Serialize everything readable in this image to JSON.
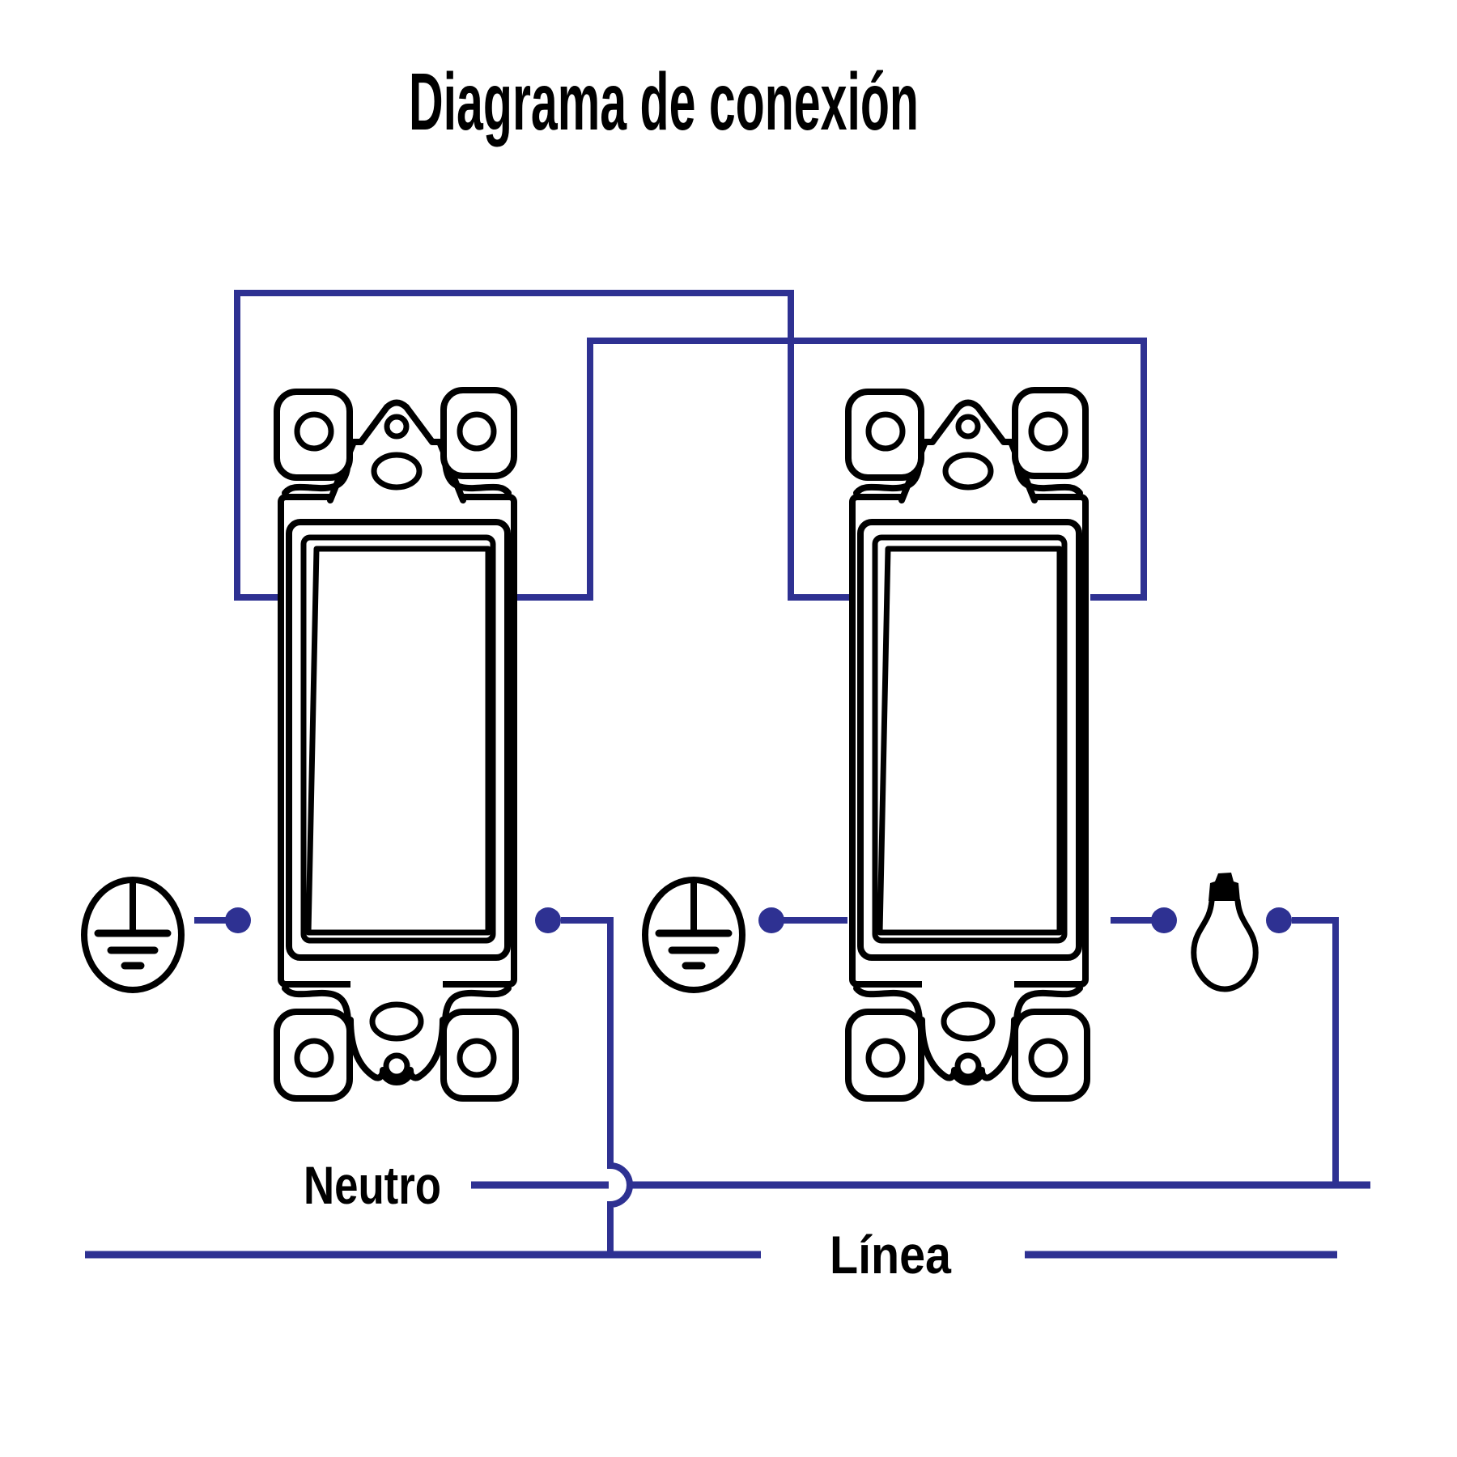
{
  "title": "Diagrama de conexión",
  "labels": {
    "neutral": "Neutro",
    "line": "Línea"
  },
  "colors": {
    "wire": "#2e3192",
    "outline": "#000000",
    "background": "#ffffff"
  },
  "icons": {
    "ground": "earth-ground-in-circle",
    "lamp": "incandescent-bulb",
    "terminal": "filled-dot"
  }
}
